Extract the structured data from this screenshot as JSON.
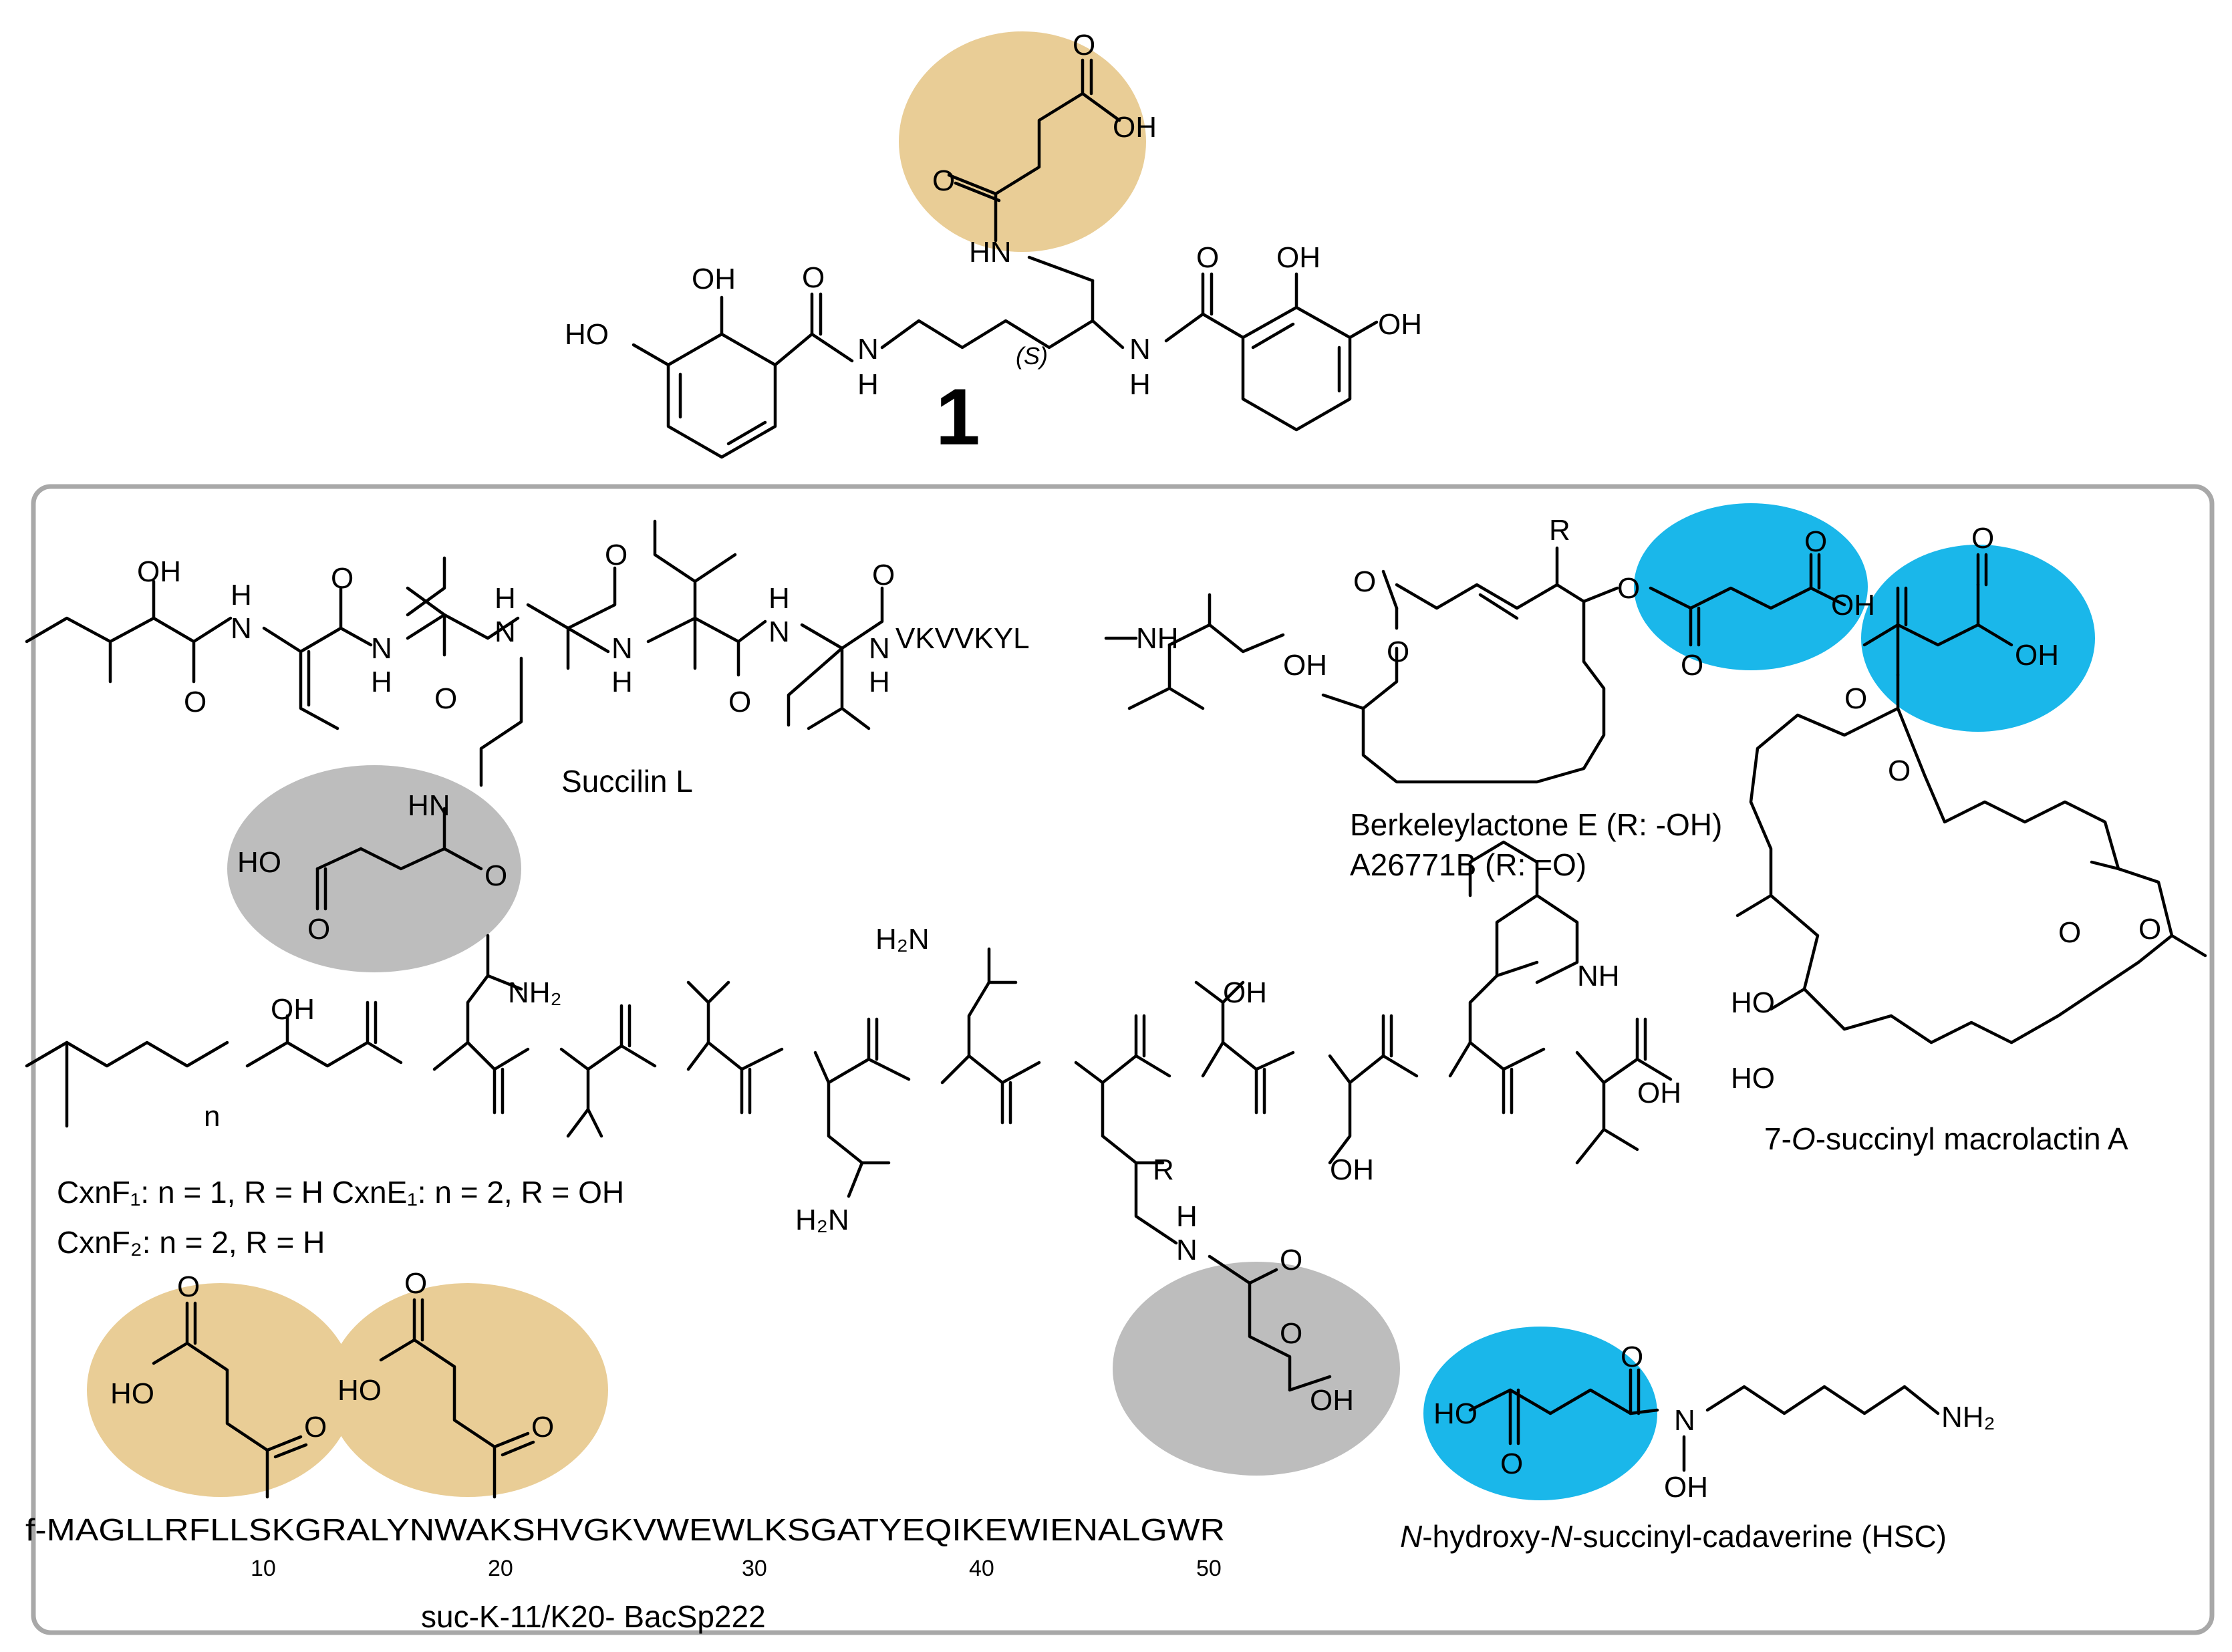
{
  "colors": {
    "succinyl_gold": "#e9cd96",
    "succinyl_blue": "#1ab7ea",
    "succinyl_gray": "#bdbdbd",
    "frame": "#a8a8a8"
  },
  "compound_1": {
    "label": "1",
    "atoms": {
      "oh_acid": "OH",
      "o_acid": "O",
      "o_amide_top": "O",
      "hn_top": "HN",
      "oh_left_top": "OH",
      "ho_left": "HO",
      "o_left": "O",
      "n_left": "N",
      "h_left": "H",
      "stereo": "(S)",
      "n_right": "N",
      "h_right": "H",
      "o_right": "O",
      "oh_right_top": "OH",
      "oh_right": "OH"
    }
  },
  "succilin": {
    "name": "Succilin L",
    "sequence_segment": "VKVVKYL",
    "atoms": {
      "oh": "OH",
      "o1": "O",
      "h1": "H",
      "n1": "N",
      "o2": "O",
      "n2": "N",
      "h2": "H",
      "o3": "O",
      "h3": "H",
      "n3": "N",
      "o4": "O",
      "n4": "N",
      "h4": "H",
      "o5": "O",
      "h5": "H",
      "n5": "N",
      "o6": "O",
      "n6": "N",
      "h6": "H",
      "nh": "NH",
      "oh_end": "OH",
      "hn_side": "HN",
      "ho_side": "HO",
      "o_side1": "O",
      "o_side2": "O"
    }
  },
  "berkeleylactone": {
    "caption_1": "Berkeleylactone E (R: -OH)",
    "caption_2": "A26771B (R: =O)",
    "atoms": {
      "r": "R",
      "o_carbonyl": "O",
      "o_ring": "O",
      "o_ester": "O",
      "o_acyl": "O",
      "oh": "OH"
    }
  },
  "macrolactin": {
    "caption_prefix": "7-",
    "caption_italic": "O",
    "caption_suffix": "-succinyl macrolactin A",
    "atoms": {
      "oh": "OH",
      "o_top": "O",
      "o_ester": "O",
      "o_lac": "O",
      "o_ring": "O",
      "ho_1": "HO",
      "ho_2": "HO"
    }
  },
  "cxn": {
    "caption_1": "CxnF₁: n = 1, R = H CxnE₁: n = 2, R = OH",
    "caption_2": "CxnF₂: n = 2, R = H",
    "atoms": {
      "n": "n",
      "oh": "OH",
      "nh2_1": "NH₂",
      "h2n_2": "H₂N",
      "h2n_3": "H₂N",
      "oh_thr": "OH",
      "nh_trp": "NH",
      "oh_ser": "OH",
      "oh_acid": "OH",
      "r": "R",
      "n_side": "N",
      "h_side": "H",
      "o_side": "O",
      "o_acid": "O",
      "oh_side": "OH"
    }
  },
  "bacsp222": {
    "sequence": "f-MAGLLRFLLSKGRALYNWAKSHVGKVWEWLKSGATYEQIKEWIENALGWR",
    "positions": [
      "10",
      "20",
      "30",
      "40",
      "50"
    ],
    "caption": "suc-K-11/K20- BacSp222",
    "atoms": {
      "ho_1": "HO",
      "o_1a": "O",
      "o_1b": "O",
      "ho_2": "HO",
      "o_2a": "O",
      "o_2b": "O"
    }
  },
  "hsc": {
    "caption_italic_1": "N",
    "caption_mid": "-hydroxy-",
    "caption_italic_2": "N",
    "caption_end": "-succinyl-cadaverine (HSC)",
    "atoms": {
      "ho": "HO",
      "o_1": "O",
      "o_2": "O",
      "n": "N",
      "oh": "OH",
      "nh2": "NH₂"
    }
  }
}
